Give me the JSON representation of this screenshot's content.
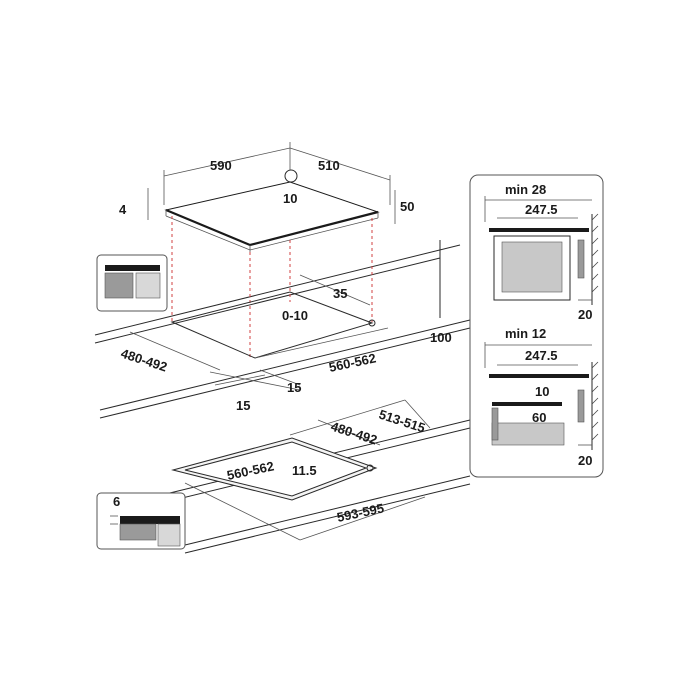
{
  "top_view": {
    "width": "590",
    "depth": "510",
    "corner_radius": "10",
    "glass_thickness": "4",
    "total_height": "50"
  },
  "cutout_view": {
    "rear_clearance": "35",
    "tolerance": "0-10",
    "depth_range": "480-492",
    "width_range": "560-562",
    "side_gap_left": "15",
    "side_gap_right": "15",
    "wall_distance": "100"
  },
  "flush_view": {
    "outer_depth": "513-515",
    "inner_depth": "480-492",
    "inner_width": "560-562",
    "radius": "11.5",
    "outer_width": "593-595",
    "recess": "6"
  },
  "panel_top": {
    "min_label": "min 28",
    "width": "247.5",
    "wall_gap": "20"
  },
  "panel_bottom": {
    "min_label": "min 12",
    "width": "247.5",
    "gap": "10",
    "depth": "60",
    "wall_gap": "20"
  },
  "colors": {
    "line": "#2a2a2a",
    "dashed_guide": "#d04040",
    "fill_grey": "#9a9a9a",
    "fill_light": "#d8d8d8"
  }
}
